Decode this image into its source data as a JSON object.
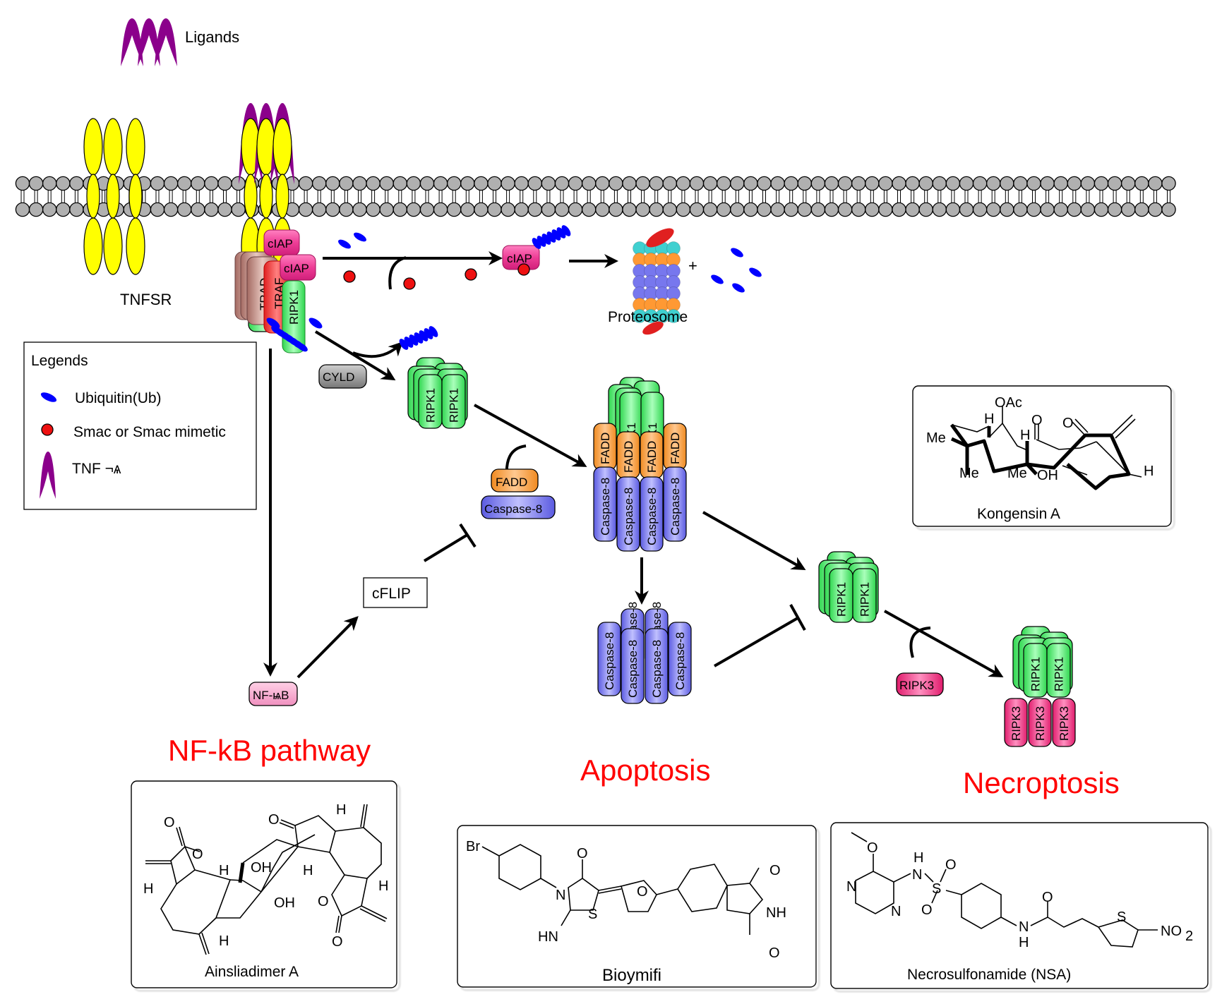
{
  "top_legend": {
    "ligands_label": "Ligands"
  },
  "receptor": {
    "label": "TNFSR"
  },
  "complex_I": {
    "proteins": [
      "TRAD",
      "TRAF",
      "cIAP",
      "cIAP",
      "RIPK1",
      "R"
    ]
  },
  "degradation": {
    "ciap_label": "cIAP",
    "plus": "+",
    "proteasome_label": "Proteosome"
  },
  "cyld_label": "CYLD",
  "legend": {
    "title": "Legends",
    "items": [
      {
        "icon": "ubiquitin-icon",
        "label": "Ubiquitin(Ub)",
        "color": "#0000ff"
      },
      {
        "icon": "smac-icon",
        "label": "Smac or Smac mimetic",
        "color": "#ff0000"
      },
      {
        "icon": "tnf-icon",
        "label": "TNF ¬ѧ",
        "color": "#8b008b"
      }
    ]
  },
  "ripk1_label": "RIPK1",
  "fadd_label": "FADD",
  "caspase8_label": "Caspase-8",
  "ripk3_label": "RIPK3",
  "cflip_label": "cFLIP",
  "nfkb_label": "NF-ѩB",
  "pathways": {
    "nfkb": "NF-kB pathway",
    "apoptosis": "Apoptosis",
    "necroptosis": "Necroptosis"
  },
  "compounds": {
    "kongensin": {
      "name": "Kongensin A",
      "atoms": [
        "OAc",
        "H",
        "O",
        "H",
        "O",
        "Me",
        "Me",
        "Me",
        "OH",
        "H"
      ]
    },
    "ainsliadimer": {
      "name": "Ainsliadimer A",
      "atoms": [
        "O",
        "O",
        "O",
        "H",
        "H",
        "OH",
        "OH",
        "H",
        "H",
        "H",
        "O",
        "O",
        "H"
      ]
    },
    "bioymifi": {
      "name": "Bioymifi",
      "atoms": [
        "Br",
        "O",
        "N",
        "S",
        "HN",
        "O",
        "O",
        "NH",
        "O"
      ]
    },
    "nsa": {
      "name": "Necrosulfonamide (NSA)",
      "atoms": [
        "O",
        "H",
        "N",
        "S",
        "O",
        "O",
        "N",
        "N",
        "O",
        "N",
        "H",
        "S",
        "NO",
        "2"
      ]
    }
  },
  "colors": {
    "receptor": "#ffff00",
    "ligand": "#8b008b",
    "lipid": "#b0b0b0",
    "ripk1": "#44ee66",
    "fadd": "#ff9933",
    "caspase8": "#7777ee",
    "ripk3": "#e8337a",
    "ciap": "#ee3d96",
    "trad": "#b07a72",
    "traf": "#ee3030",
    "cyld": "#888888",
    "title_red": "#ff0000",
    "ubiquitin": "#0000ff"
  }
}
